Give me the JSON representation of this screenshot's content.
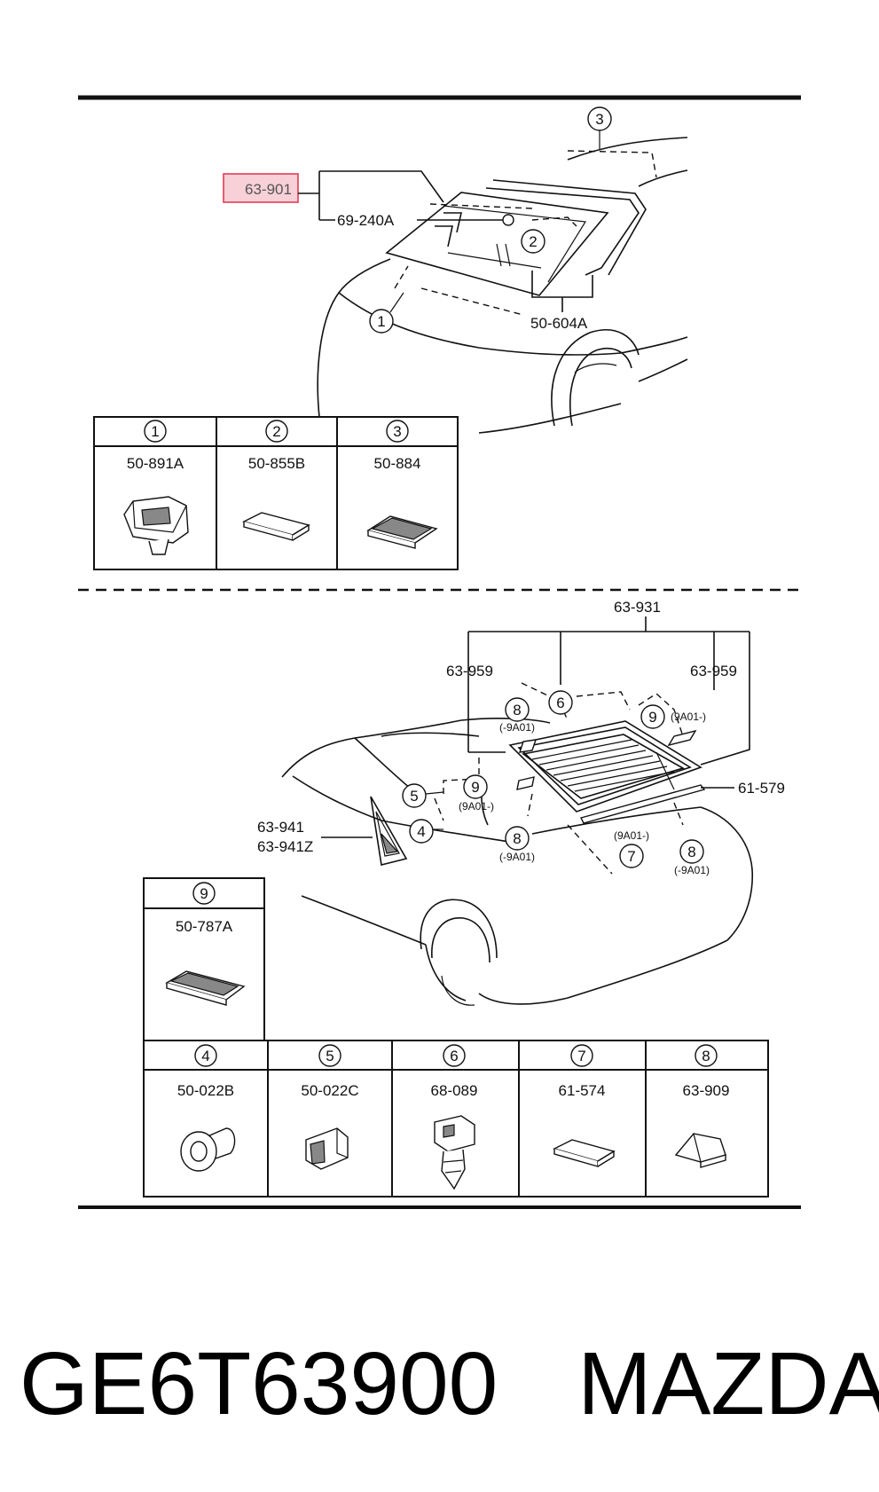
{
  "top": {
    "highlight": "63-901",
    "labels": {
      "moulding": "69-240A",
      "dam": "50-604A"
    },
    "callouts": [
      "1",
      "2",
      "3"
    ],
    "table": [
      {
        "num": "1",
        "part": "50-891A"
      },
      {
        "num": "2",
        "part": "50-855B"
      },
      {
        "num": "3",
        "part": "50-884"
      }
    ]
  },
  "bottom": {
    "labels": {
      "glass": "63-931",
      "seal_left": "63-959",
      "seal_right": "63-959",
      "moulding": "61-579",
      "quarter_1": "63-941",
      "quarter_2": "63-941Z"
    },
    "callouts": [
      {
        "num": "6"
      },
      {
        "num": "8",
        "note": "(-9A01)"
      },
      {
        "num": "9",
        "note": "(9A01-)"
      },
      {
        "num": "5"
      },
      {
        "num": "9",
        "note": "(9A01-)"
      },
      {
        "num": "4"
      },
      {
        "num": "8",
        "note": "(-9A01)"
      },
      {
        "num": "7",
        "note": "(9A01-)"
      },
      {
        "num": "8",
        "note": "(-9A01)"
      }
    ],
    "table_single": {
      "num": "9",
      "part": "50-787A"
    },
    "table": [
      {
        "num": "4",
        "part": "50-022B"
      },
      {
        "num": "5",
        "part": "50-022C"
      },
      {
        "num": "6",
        "part": "68-089"
      },
      {
        "num": "7",
        "part": "61-574"
      },
      {
        "num": "8",
        "part": "63-909"
      }
    ]
  },
  "footer": {
    "part_number": "GE6T63900",
    "brand": "MAZDA"
  },
  "colors": {
    "highlight_fill": "#f8d0d8",
    "highlight_border": "#e03048"
  }
}
